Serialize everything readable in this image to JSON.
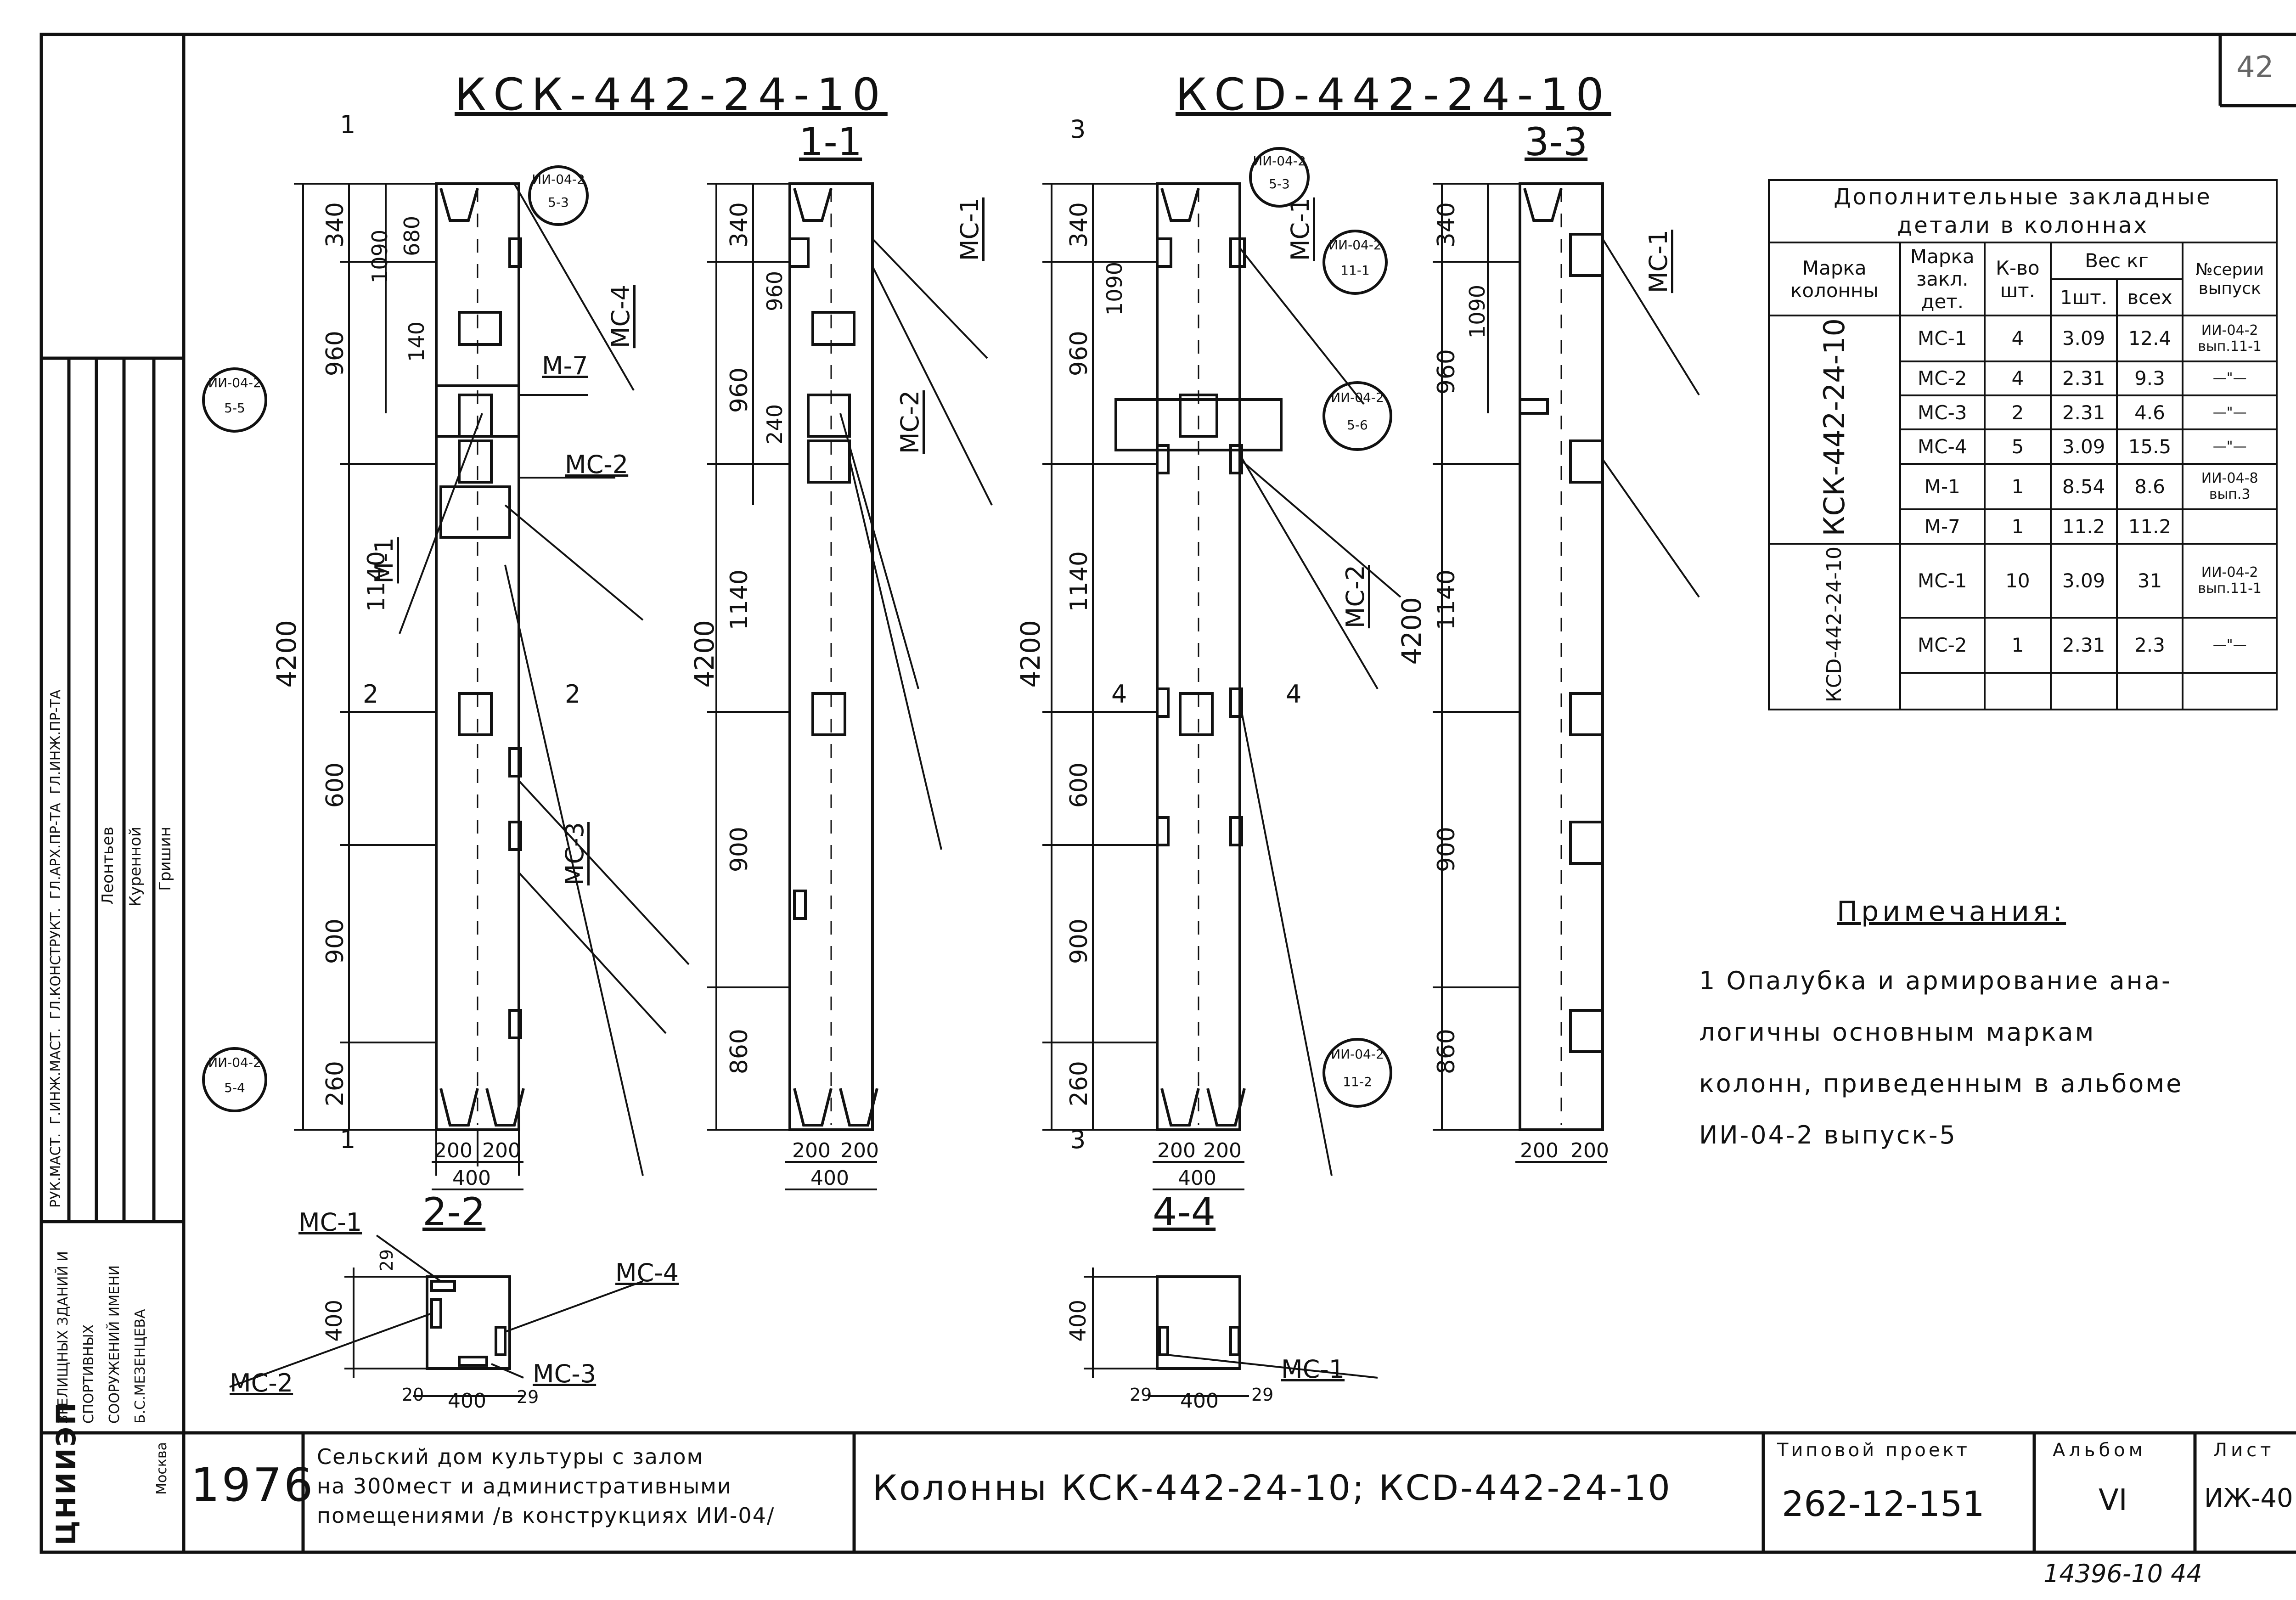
{
  "sheet_corner_number": "42",
  "drawing_titles": {
    "left": "КСК-442-24-10",
    "right": "КСD-442-24-10"
  },
  "section_labels": [
    "1-1",
    "3-3",
    "2-2",
    "4-4"
  ],
  "cut_markers": [
    "1",
    "1",
    "2",
    "2",
    "3",
    "3",
    "4",
    "4"
  ],
  "ref_bubbles": [
    {
      "top": "ИИ-04-2",
      "bottom": "5-3"
    },
    {
      "top": "ИИ-04-2",
      "bottom": "5-5"
    },
    {
      "top": "ИИ-04-2",
      "bottom": "5-4"
    },
    {
      "top": "ИИ-04-2",
      "bottom": "5-3"
    },
    {
      "top": "ИИ-04-2",
      "bottom": "11-1"
    },
    {
      "top": "ИИ-04-2",
      "bottom": "5-6"
    },
    {
      "top": "ИИ-04-2",
      "bottom": "11-2"
    }
  ],
  "dimensions": {
    "heights": [
      "4200",
      "340",
      "960",
      "1140",
      "600",
      "900",
      "260",
      "680",
      "1090",
      "140",
      "860",
      "240"
    ],
    "widths": [
      "200",
      "200",
      "400",
      "400",
      "29",
      "20"
    ]
  },
  "leader_labels": [
    "М-7",
    "МС-4",
    "МС-2",
    "М-1",
    "МС-3",
    "МС-1",
    "МС-1",
    "МС-2",
    "МС-2",
    "МС-1",
    "МС-1",
    "МС-4",
    "МС-2",
    "МС-3",
    "МС-1"
  ],
  "table": {
    "title_line1": "Дополнительные закладные",
    "title_line2": "детали в колоннах",
    "headers": {
      "col_mark": "Марка колонны",
      "part_mark": "Марка закл. дет.",
      "qty": "К-во шт.",
      "weight": "Вес кг",
      "w_one": "1шт.",
      "w_all": "всех",
      "series": "№серии выпуск"
    },
    "groups": [
      {
        "column": "КСК-442-24-10",
        "rows": [
          [
            "МС-1",
            "4",
            "3.09",
            "12.4",
            "ИИ-04-2 вып.11-1"
          ],
          [
            "МС-2",
            "4",
            "2.31",
            "9.3",
            "—\"—"
          ],
          [
            "МС-3",
            "2",
            "2.31",
            "4.6",
            "—\"—"
          ],
          [
            "МС-4",
            "5",
            "3.09",
            "15.5",
            "—\"—"
          ],
          [
            "М-1",
            "1",
            "8.54",
            "8.6",
            "ИИ-04-8 вып.3"
          ],
          [
            "М-7",
            "1",
            "11.2",
            "11.2",
            ""
          ]
        ]
      },
      {
        "column": "КСD-442-24-10",
        "rows": [
          [
            "МС-1",
            "10",
            "3.09",
            "31",
            "ИИ-04-2 вып.11-1"
          ],
          [
            "МС-2",
            "1",
            "2.31",
            "2.3",
            "—\"—"
          ],
          [
            "",
            "",
            "",
            "",
            ""
          ]
        ]
      }
    ]
  },
  "notes": {
    "heading": "Примечания:",
    "lines": [
      "1 Опалубка и армирование ана-",
      "логичны основным маркам",
      "колонн, приведенным в альбоме",
      "ИИ-04-2 выпуск-5"
    ]
  },
  "stamp": {
    "org_logo": "ЦНИИЭП",
    "city": "Москва",
    "org_name": "ЗРЕЛИЩНЫХ ЗДАНИЙ И СПОРТИВНЫХ СООРУЖЕНИЙ ИМЕНИ Б.С.МЕЗЕНЦЕВА",
    "roles": [
      "РУК.МАСТ.",
      "Г.ИНЖ.МАСТ.",
      "ГЛ.КОНСТРУКТ.",
      "ГЛ.АРХ.ПР-ТА",
      "ГЛ.ИНЖ.ПР-ТА"
    ],
    "names": [
      "Леонтьев",
      "Куренной",
      "Гришин"
    ],
    "year": "1976",
    "project_line1": "Сельский дом культуры с залом",
    "project_line2": "на 300мест и административными",
    "project_line3": "помещениями /в конструкциях ИИ-04/",
    "sheet_name": "Колонны КСК-442-24-10; КСD-442-24-10",
    "typical_project_label": "Типовой проект",
    "typical_project_value": "262-12-151",
    "album_label": "Альбом",
    "album_value": "VI",
    "sheet_label": "Лист",
    "sheet_value": "ИЖ-40"
  },
  "footer_code": "14396-10 44"
}
